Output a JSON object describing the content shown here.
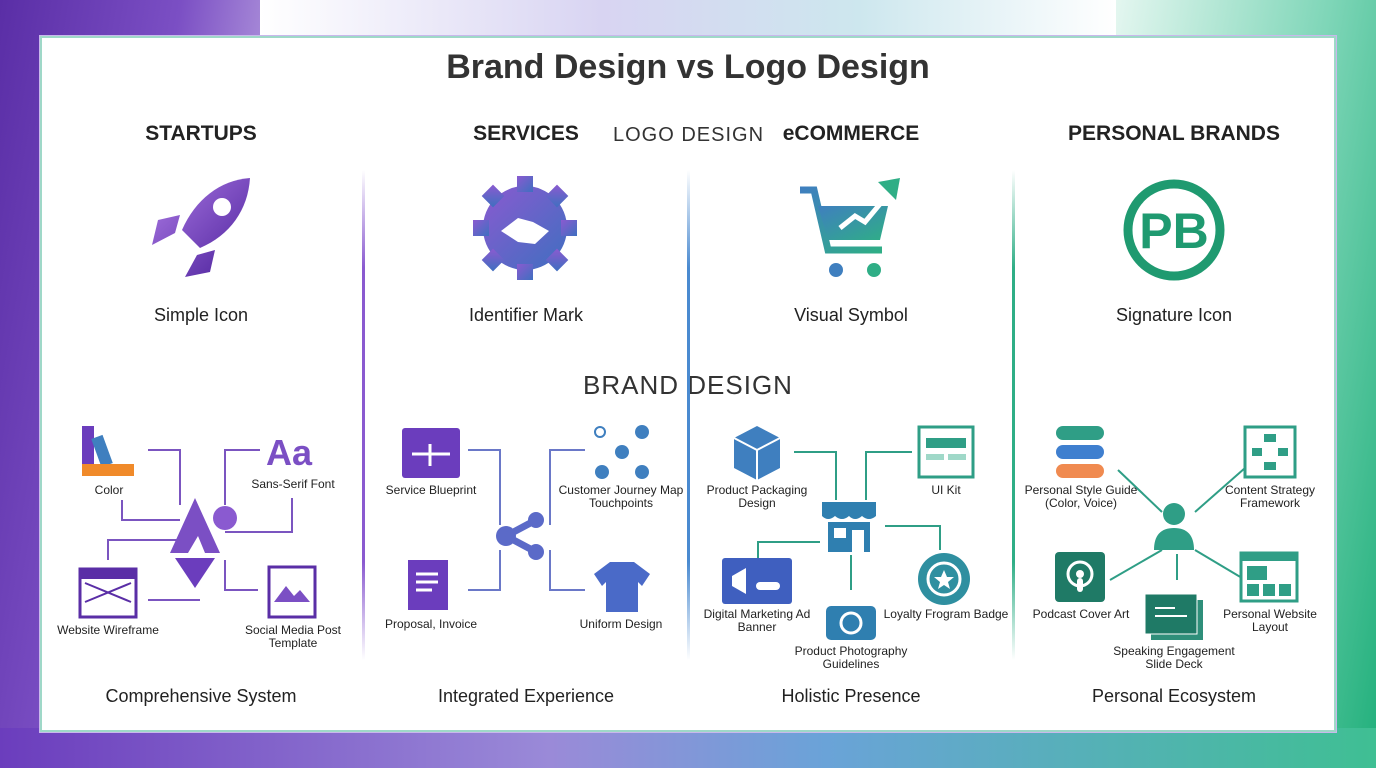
{
  "title": "Brand Design vs Logo Design",
  "logo_section": "LOGO DESIGN",
  "brand_section": "BRAND DESIGN",
  "colors": {
    "purple": "#6b3dbd",
    "blue": "#3f7fbf",
    "teal": "#2f9e86",
    "green": "#1fa070"
  },
  "columns": [
    {
      "heading": "STARTUPS",
      "logo_icon": "rocket-icon",
      "logo_label": "Simple Icon",
      "hub_icon": "letter-a-person-icon",
      "items": [
        "Color",
        "Sans-Serif Font",
        "Website Wireframe",
        "Social Media Post Template"
      ],
      "footer": "Comprehensive System"
    },
    {
      "heading": "SERVICES",
      "logo_icon": "gear-handshake-icon",
      "logo_label": "Identifier Mark",
      "hub_icon": "share-network-icon",
      "items": [
        "Service Blueprint",
        "Customer Journey Map Touchpoints",
        "Proposal, Invoice",
        "Uniform Design"
      ],
      "footer": "Integrated Experience"
    },
    {
      "heading": "eCOMMERCE",
      "logo_icon": "cart-growth-icon",
      "logo_label": "Visual Symbol",
      "hub_icon": "storefront-icon",
      "items": [
        "Product Packaging Design",
        "UI Kit",
        "Digital Marketing Ad Banner",
        "Product Photography Guidelines",
        "Loyalty Frogram Badge"
      ],
      "footer": "Holistic Presence"
    },
    {
      "heading": "PERSONAL BRANDS",
      "logo_icon": "pb-monogram-icon",
      "logo_label": "Signature Icon",
      "hub_icon": "person-icon",
      "items": [
        "Personal Style Guide (Color, Voice)",
        "Content Strategy Framework",
        "Podcast Cover Art",
        "Speaking Engagement Slide Deck",
        "Personal Website Layout"
      ],
      "footer": "Personal Ecosystem"
    }
  ]
}
